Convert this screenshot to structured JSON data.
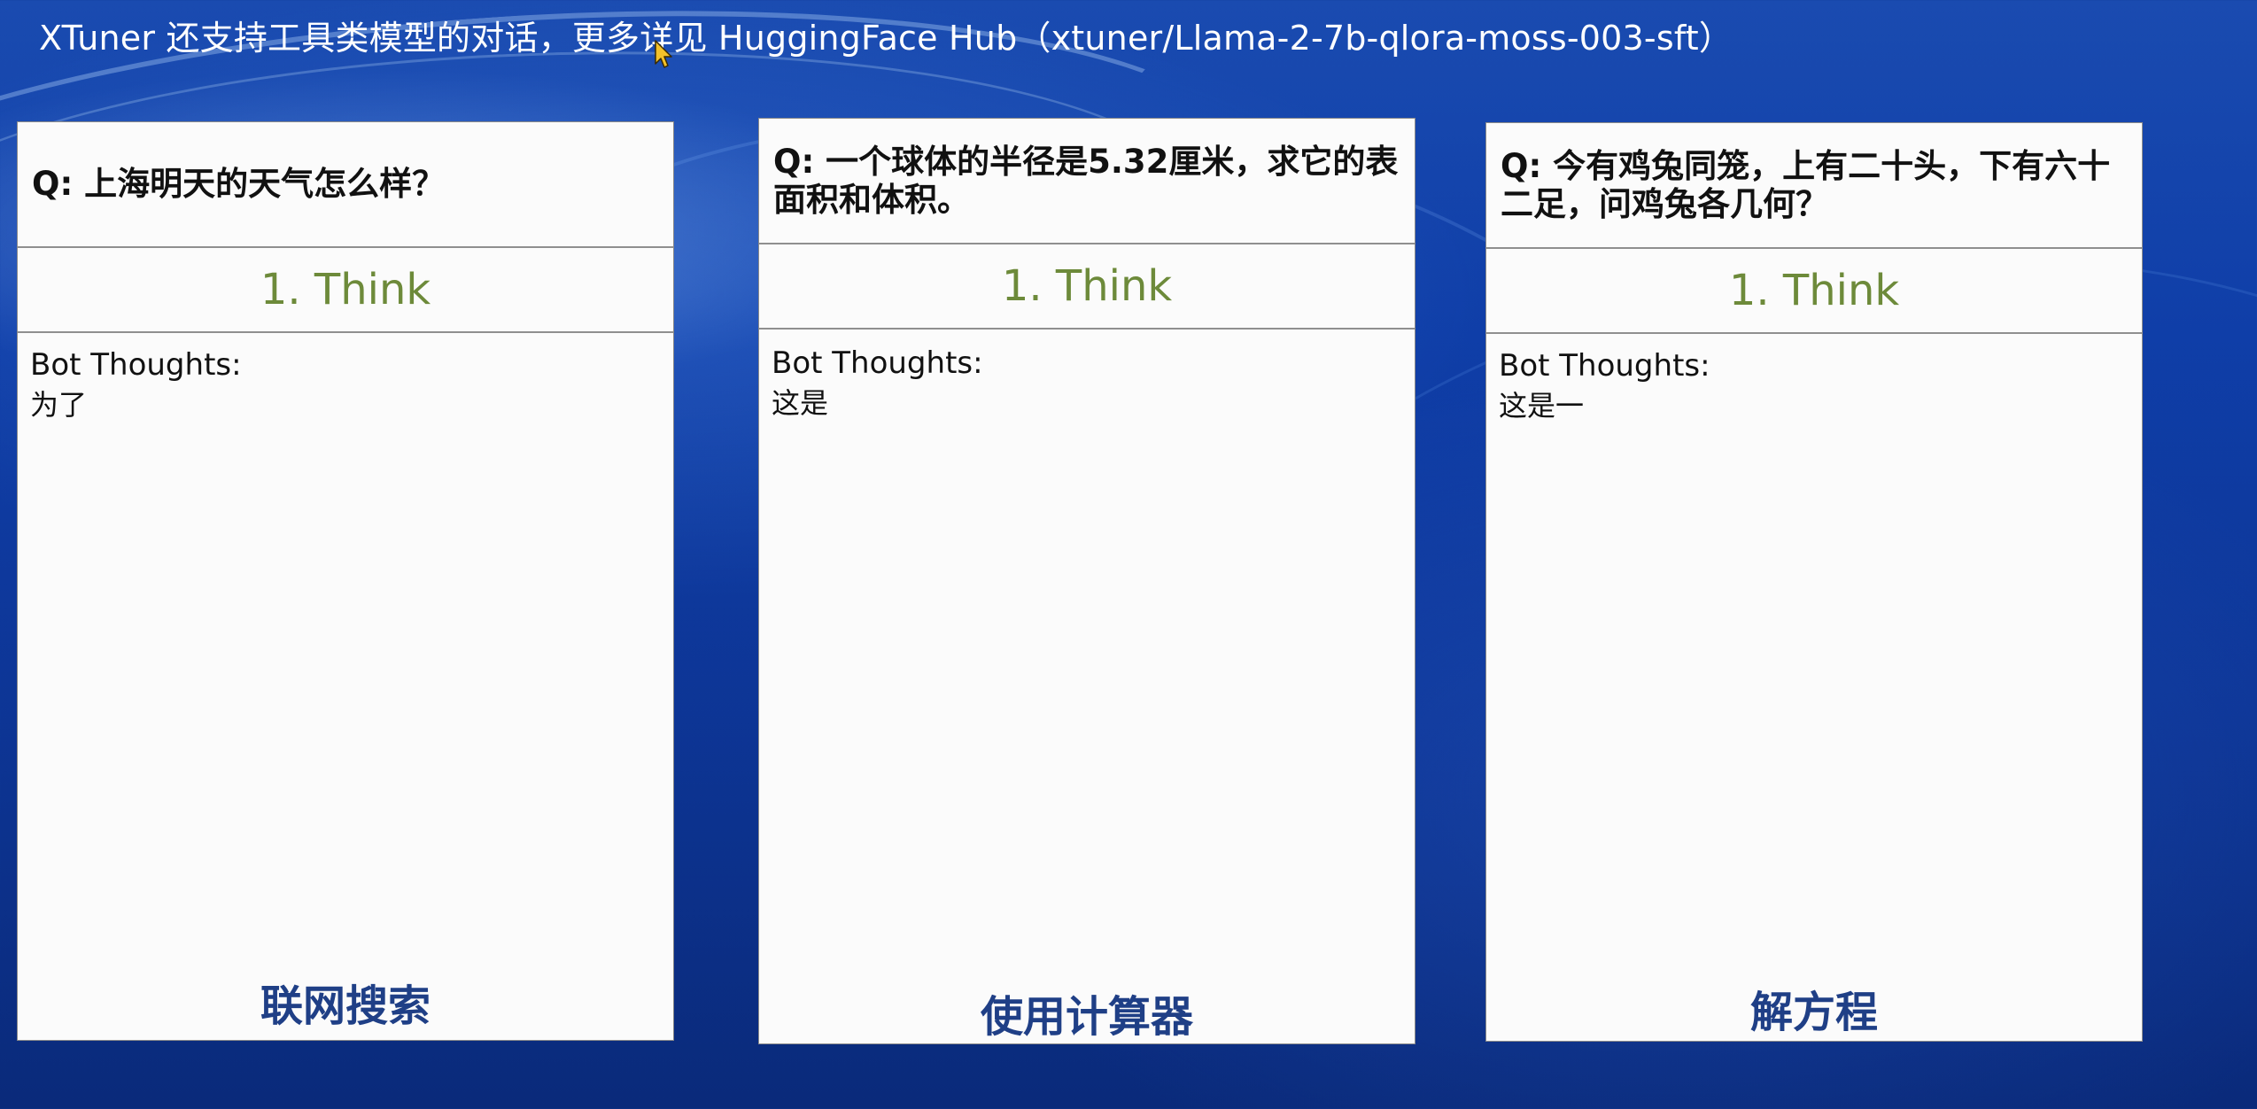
{
  "header": {
    "text": "XTuner 还支持工具类模型的对话，更多详见 HuggingFace Hub（xtuner/Llama-2-7b-qlora-moss-003-sft）"
  },
  "cards": [
    {
      "question": "Q: 上海明天的天气怎么样？",
      "step": "1. Think",
      "thoughts_label": "Bot Thoughts:",
      "thoughts_text": "为了",
      "tool": "联网搜索"
    },
    {
      "question": "Q: 一个球体的半径是5.32厘米，求它的表面积和体积。",
      "step": "1. Think",
      "thoughts_label": "Bot Thoughts:",
      "thoughts_text": "这是",
      "tool": "使用计算器"
    },
    {
      "question": "Q: 今有鸡兔同笼，上有二十头，下有六十二足，问鸡兔各几何？",
      "step": "1. Think",
      "thoughts_label": "Bot Thoughts:",
      "thoughts_text": "这是一",
      "tool": "解方程"
    }
  ],
  "colors": {
    "step_text": "#6d8a3a",
    "tool_text": "#1f3f86",
    "background": "#0f3ea8"
  },
  "icons": {
    "cursor": "mouse-pointer-icon"
  }
}
